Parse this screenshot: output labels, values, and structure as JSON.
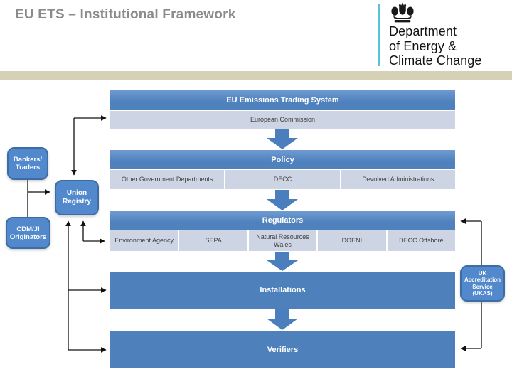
{
  "page": {
    "title": "EU ETS – Institutional Framework"
  },
  "logo": {
    "crest": "royal-coat-of-arms",
    "line1": "Department",
    "line2": "of Energy &",
    "line3": "Climate Change"
  },
  "colors": {
    "accent_blue": "#4f81bd",
    "light_row": "#cdd4e4",
    "side_box_blue": "#5289cc",
    "side_box_border": "#3d6da3",
    "band_beige": "#d5d1b6",
    "logo_teal": "#57c5d5",
    "title_gray": "#8b8b8b"
  },
  "diagram": {
    "tiers": [
      {
        "header": "EU Emissions Trading System",
        "cells": [
          "European Commission"
        ]
      },
      {
        "header": "Policy",
        "cells": [
          "Other Government Departments",
          "DECC",
          "Devolved Administrations"
        ]
      },
      {
        "header": "Regulators",
        "cells": [
          "Environment Agency",
          "SEPA",
          "Natural Resources Wales",
          "DOENI",
          "DECC Offshore"
        ]
      },
      {
        "header": "Installations",
        "cells": []
      },
      {
        "header": "Verifiers",
        "cells": []
      }
    ],
    "side_nodes": {
      "bankers": "Bankers/\nTraders",
      "union_registry": "Union\nRegistry",
      "cdmji": "CDM/JI\nOriginators",
      "ukas": "UK\nAccreditation\nService\n(UKAS)"
    }
  }
}
